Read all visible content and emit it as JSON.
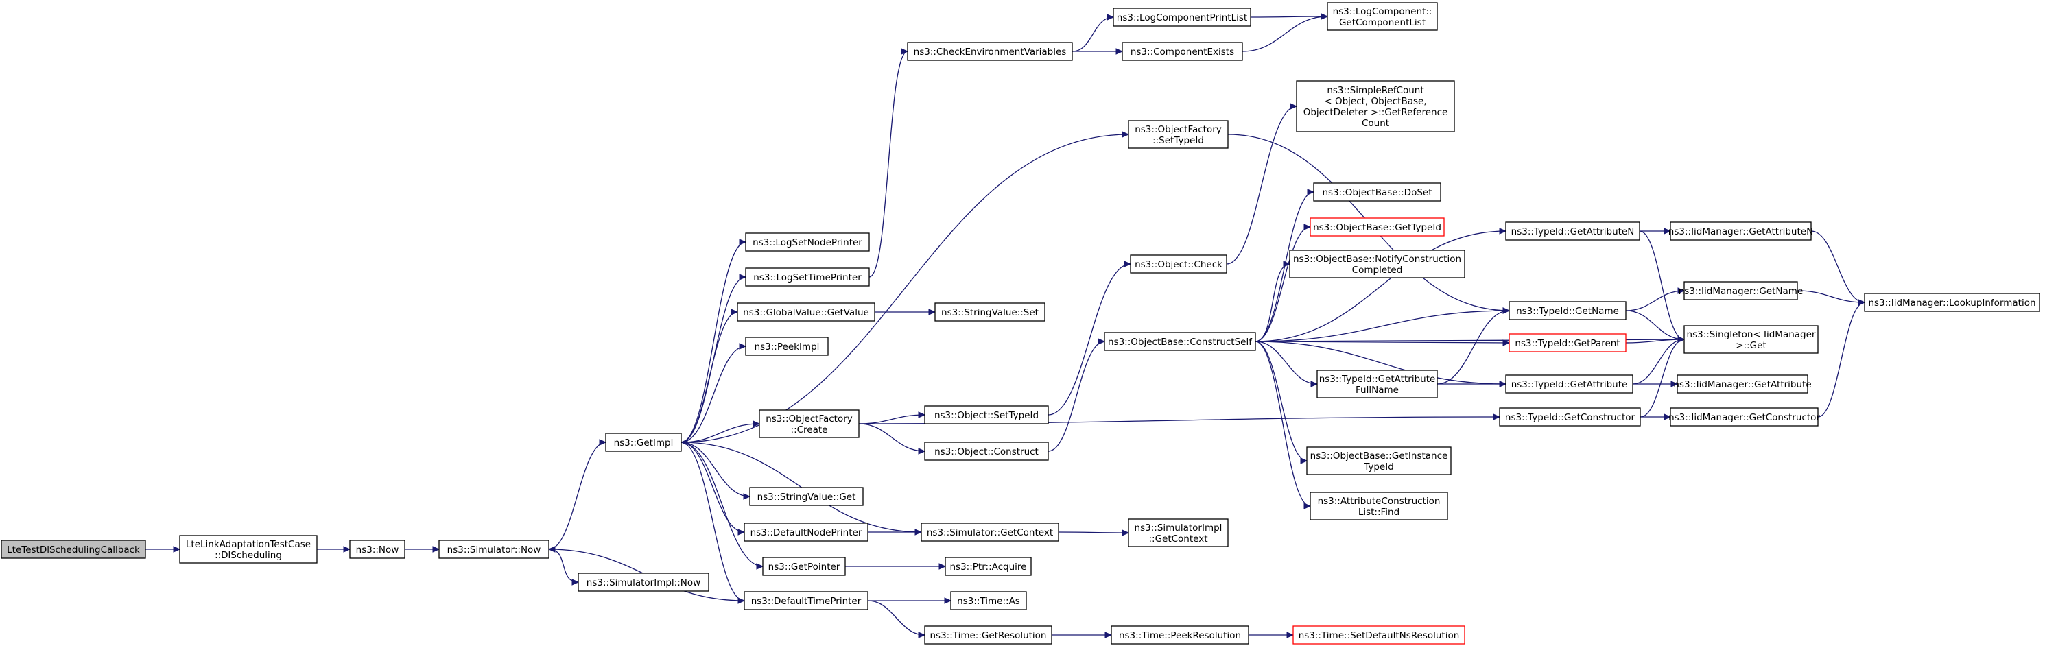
{
  "colors": {
    "edge": "#191970",
    "root_fill": "#bfbfbf",
    "box_border": "#000000",
    "missing_border": "#ff0000"
  },
  "nodes": {
    "n_root": {
      "lines": [
        "LteTestDlSchedulingCallback"
      ],
      "variant": "root"
    },
    "n_ltedl": {
      "lines": [
        "LteLinkAdaptationTestCase",
        "::DlScheduling"
      ]
    },
    "n_now": {
      "lines": [
        "ns3::Now"
      ]
    },
    "n_simnow": {
      "lines": [
        "ns3::Simulator::Now"
      ]
    },
    "n_simimplnow": {
      "lines": [
        "ns3::SimulatorImpl::Now"
      ]
    },
    "n_getimpl": {
      "lines": [
        "ns3::GetImpl"
      ]
    },
    "n_lognode": {
      "lines": [
        "ns3::LogSetNodePrinter"
      ]
    },
    "n_logtime": {
      "lines": [
        "ns3::LogSetTimePrinter"
      ]
    },
    "n_gvget": {
      "lines": [
        "ns3::GlobalValue::GetValue"
      ]
    },
    "n_peek": {
      "lines": [
        "ns3::PeekImpl"
      ]
    },
    "n_ofcreate": {
      "lines": [
        "ns3::ObjectFactory",
        "::Create"
      ]
    },
    "n_svget": {
      "lines": [
        "ns3::StringValue::Get"
      ]
    },
    "n_defnode": {
      "lines": [
        "ns3::DefaultNodePrinter"
      ]
    },
    "n_getptr": {
      "lines": [
        "ns3::GetPointer"
      ]
    },
    "n_deftime": {
      "lines": [
        "ns3::DefaultTimePrinter"
      ]
    },
    "n_checkenv": {
      "lines": [
        "ns3::CheckEnvironmentVariables"
      ]
    },
    "n_svset": {
      "lines": [
        "ns3::StringValue::Set"
      ]
    },
    "n_objsettid": {
      "lines": [
        "ns3::Object::SetTypeId"
      ]
    },
    "n_objconstruct": {
      "lines": [
        "ns3::Object::Construct"
      ]
    },
    "n_simgetctx": {
      "lines": [
        "ns3::Simulator::GetContext"
      ]
    },
    "n_ptracq": {
      "lines": [
        "ns3::Ptr::Acquire"
      ]
    },
    "n_timeas": {
      "lines": [
        "ns3::Time::As"
      ]
    },
    "n_timegetres": {
      "lines": [
        "ns3::Time::GetResolution"
      ]
    },
    "n_lcprint": {
      "lines": [
        "ns3::LogComponentPrintList"
      ]
    },
    "n_compexists": {
      "lines": [
        "ns3::ComponentExists"
      ]
    },
    "n_lcgetlist": {
      "lines": [
        "ns3::LogComponent::",
        "GetComponentList"
      ]
    },
    "n_ofsettid": {
      "lines": [
        "ns3::ObjectFactory",
        "::SetTypeId"
      ]
    },
    "n_objcheck": {
      "lines": [
        "ns3::Object::Check"
      ]
    },
    "n_obconstructself": {
      "lines": [
        "ns3::ObjectBase::ConstructSelf"
      ]
    },
    "n_simimplgetctx": {
      "lines": [
        "ns3::SimulatorImpl",
        "::GetContext"
      ]
    },
    "n_timepeekres": {
      "lines": [
        "ns3::Time::PeekResolution"
      ]
    },
    "n_timesetdef": {
      "lines": [
        "ns3::Time::SetDefaultNsResolution"
      ],
      "variant": "red"
    },
    "n_srcgetref": {
      "lines": [
        "ns3::SimpleRefCount",
        "< Object, ObjectBase,",
        "ObjectDeleter >::GetReference",
        "Count"
      ]
    },
    "n_obdoset": {
      "lines": [
        "ns3::ObjectBase::DoSet"
      ]
    },
    "n_obgettid": {
      "lines": [
        "ns3::ObjectBase::GetTypeId"
      ],
      "variant": "red"
    },
    "n_obnotify": {
      "lines": [
        "ns3::ObjectBase::NotifyConstruction",
        "Completed"
      ]
    },
    "n_tidgetattrfull": {
      "lines": [
        "ns3::TypeId::GetAttribute",
        "FullName"
      ]
    },
    "n_obgetinst": {
      "lines": [
        "ns3::ObjectBase::GetInstance",
        "TypeId"
      ]
    },
    "n_acfind": {
      "lines": [
        "ns3::AttributeConstruction",
        "List::Find"
      ]
    },
    "n_tidgetattrn": {
      "lines": [
        "ns3::TypeId::GetAttributeN"
      ]
    },
    "n_tidgetname": {
      "lines": [
        "ns3::TypeId::GetName"
      ]
    },
    "n_tidgetparent": {
      "lines": [
        "ns3::TypeId::GetParent"
      ],
      "variant": "red"
    },
    "n_tidgetattr": {
      "lines": [
        "ns3::TypeId::GetAttribute"
      ]
    },
    "n_tidgetctor": {
      "lines": [
        "ns3::TypeId::GetConstructor"
      ]
    },
    "n_iidgetattrn": {
      "lines": [
        "ns3::IidManager::GetAttributeN"
      ]
    },
    "n_iidgetname": {
      "lines": [
        "ns3::IidManager::GetName"
      ]
    },
    "n_singleton": {
      "lines": [
        "ns3::Singleton< IidManager",
        " >::Get"
      ]
    },
    "n_iidgetattr": {
      "lines": [
        "ns3::IidManager::GetAttribute"
      ]
    },
    "n_iidgetctor": {
      "lines": [
        "ns3::IidManager::GetConstructor"
      ]
    },
    "n_iidlookup": {
      "lines": [
        "ns3::IidManager::LookupInformation"
      ]
    }
  }
}
